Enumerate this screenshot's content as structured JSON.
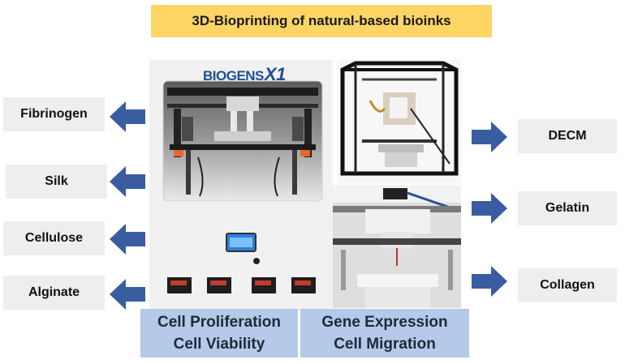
{
  "title": "3D-Bioprinting of natural-based bioinks",
  "left_items": [
    "Fibrinogen",
    "Silk",
    "Cellulose",
    "Alginate"
  ],
  "right_items": [
    "DECM",
    "Gelatin",
    "Collagen"
  ],
  "printer": {
    "brand_text": "BIOGENS",
    "brand_mark": "X1"
  },
  "bottom": {
    "left": {
      "line1": "Cell Proliferation",
      "line2": "Cell Viability"
    },
    "right": {
      "line1": "Gene Expression",
      "line2": "Cell Migration"
    }
  },
  "colors": {
    "title_bg": "#fcd565",
    "arrow": "#3a5da2",
    "label_bg": "#eeeeee",
    "bottom_bg": "#b5c9e8",
    "brand": "#1f4d99"
  },
  "icons": [
    "arrow-left-icon",
    "arrow-right-icon"
  ]
}
